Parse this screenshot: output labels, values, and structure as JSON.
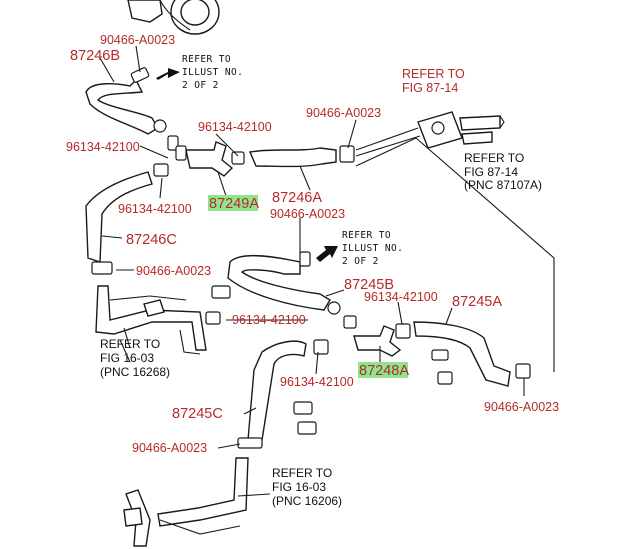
{
  "parts": {
    "p87246B": "87246B",
    "p87246A": "87246A",
    "p87246C": "87246C",
    "p87249A": "87249A",
    "p87245B": "87245B",
    "p87245A": "87245A",
    "p87245C": "87245C",
    "p87248A": "87248A"
  },
  "clamps": {
    "c90466_top": "90466-A0023",
    "c90466_mid": "90466-A0023",
    "c90466_left": "90466-A0023",
    "c90466_center": "90466-A0023",
    "c90466_right": "90466-A0023",
    "c90466_bottom": "90466-A0023"
  },
  "clips": {
    "c96134_a": "96134-42100",
    "c96134_b": "96134-42100",
    "c96134_c": "96134-42100",
    "c96134_d": "96134-42100",
    "c96134_e": "96134-42100",
    "c96134_f": "96134-42100"
  },
  "refs": {
    "illust_top": [
      "REFER TO",
      "ILLUST NO.",
      "2 OF 2"
    ],
    "illust_mid": [
      "REFER TO",
      "ILLUST NO.",
      "2 OF 2"
    ],
    "fig8714_red": [
      "REFER TO",
      "FIG 87-14"
    ],
    "fig8714_black": [
      "REFER TO",
      "FIG 87-14",
      "(PNC 87107A)"
    ],
    "fig1603_a": [
      "REFER TO",
      "FIG 16-03",
      "(PNC 16268)"
    ],
    "fig1603_b": [
      "REFER TO",
      "FIG 16-03",
      "(PNC 16206)"
    ]
  },
  "colors": {
    "label": "#b52a2a",
    "highlight": "#8ee58e",
    "line": "#1a1a1a"
  }
}
